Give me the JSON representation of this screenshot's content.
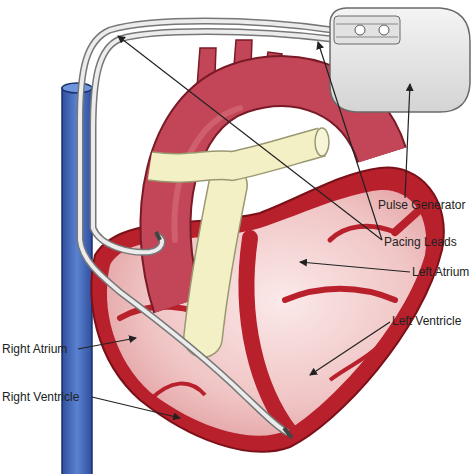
{
  "diagram": {
    "labels": [
      "Pulse Generator",
      "Pacing Leads",
      "Left Atrium",
      "Left Ventricle",
      "Right Atrium",
      "Right Ventricle"
    ]
  }
}
